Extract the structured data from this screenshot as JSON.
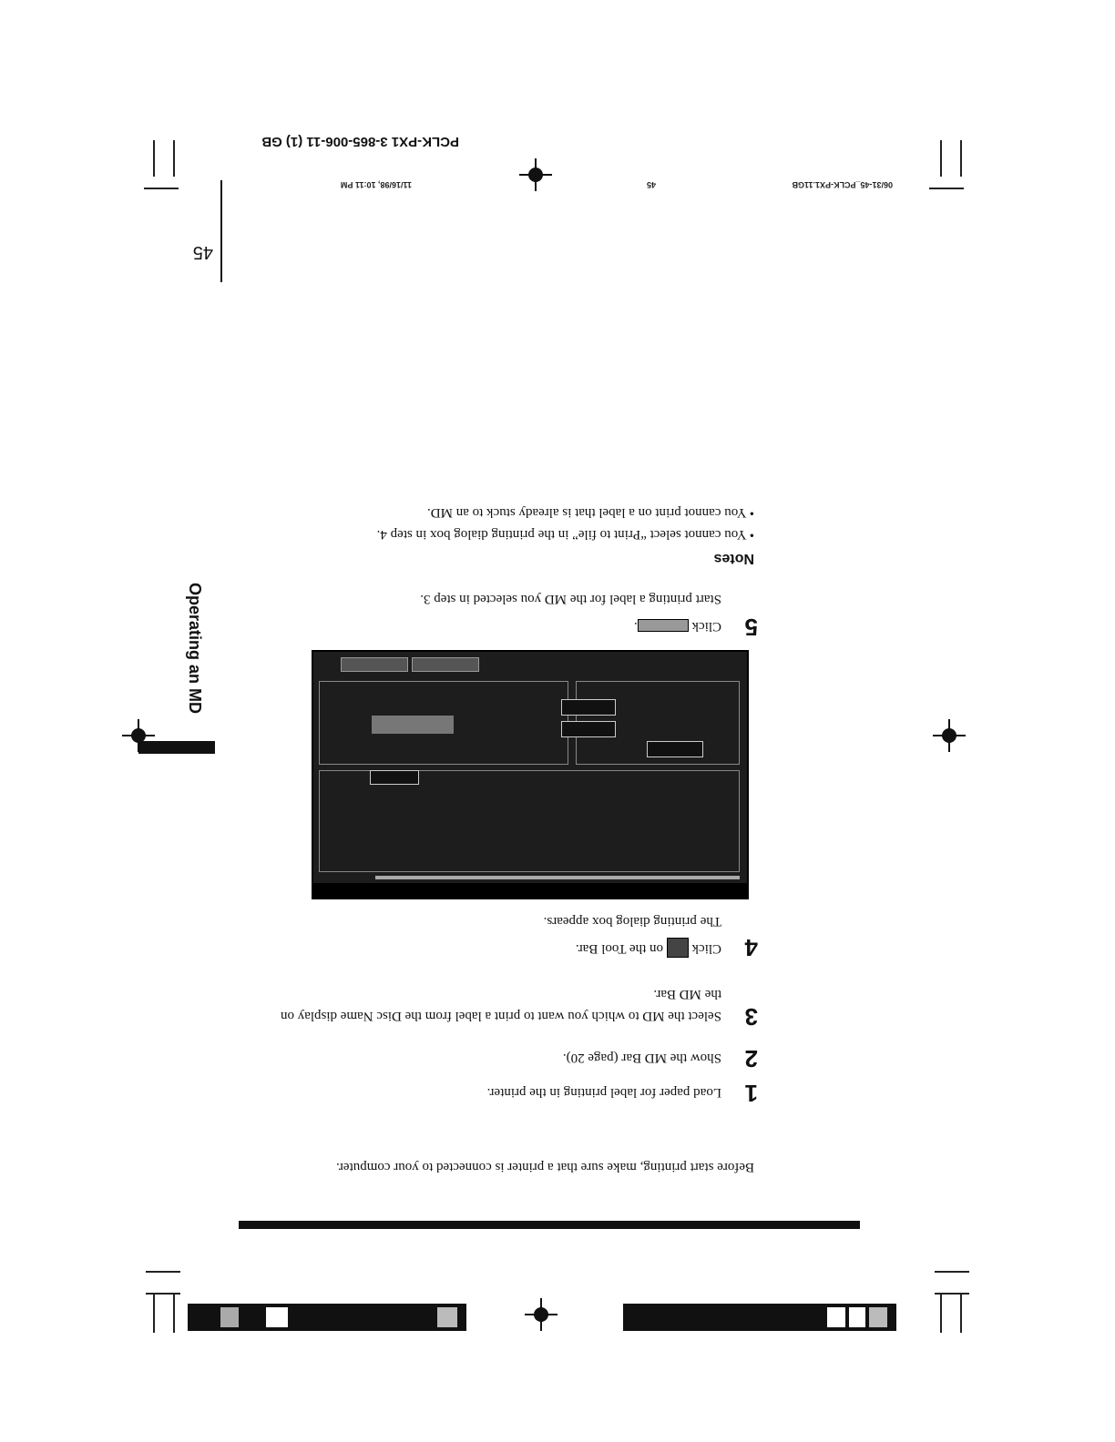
{
  "slug": {
    "file": "06/31-45_PCLK-PX1.11GB",
    "page_small": "45",
    "date": "11/16/98, 10:11 PM"
  },
  "model_code": "PCLK-PX1  3-865-006-11 (1) GB",
  "page_number": "45",
  "side_tab": "Operating an MD",
  "intro": "Before start printing, make sure that a printer is connected to your computer.",
  "steps": [
    {
      "num": "1",
      "text": "Load paper for label printing in the printer."
    },
    {
      "num": "2",
      "text": "Show the MD Bar (page 20)."
    },
    {
      "num": "3",
      "text": "Select the MD to which you want to print a label from the Disc Name display on the MD Bar."
    },
    {
      "num": "4",
      "text_before": "Click",
      "text_after": "on the Tool Bar.",
      "icon": "print-label-icon",
      "sub": "The printing dialog box appears."
    },
    {
      "num": "5",
      "text_before": "Click",
      "text_after": ".",
      "icon": "print-button-icon",
      "sub": "Start printing a label for the MD you selected in step 3."
    }
  ],
  "notes": {
    "heading": "Notes",
    "items": [
      "You cannot select “Print to file” in the printing dialog box in step 4.",
      "You cannot print on a label that is already stuck to an MD."
    ]
  },
  "colors": {
    "ink": "#111111",
    "bar": "#111111",
    "gray": "#9a9a9a"
  }
}
